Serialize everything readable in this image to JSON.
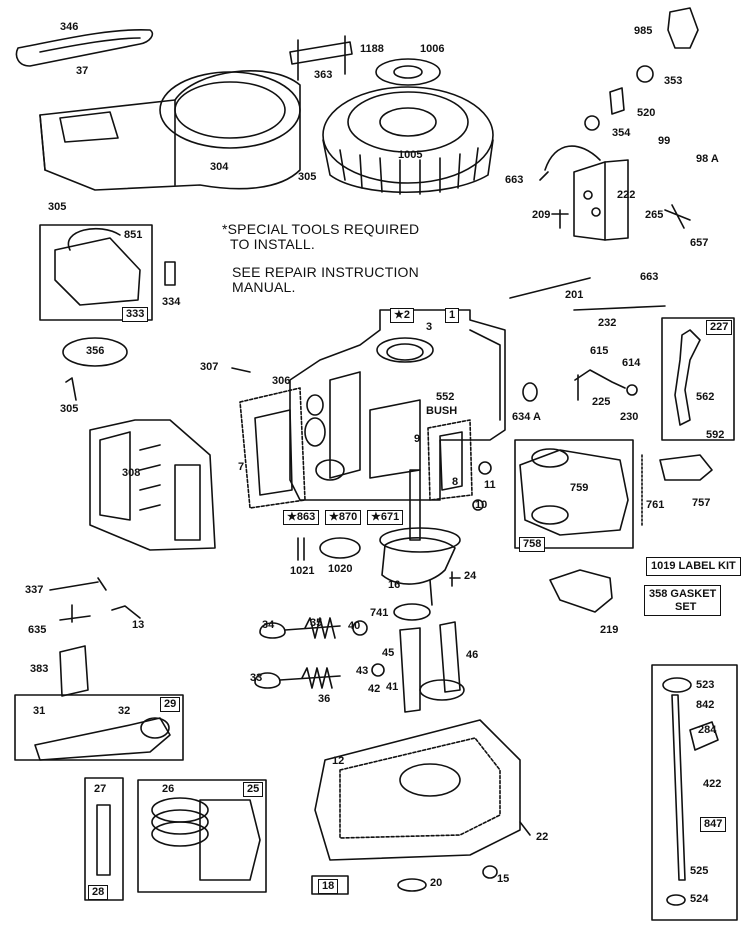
{
  "note": {
    "special_tools_line1": "*SPECIAL TOOLS REQUIRED",
    "special_tools_line2": "TO INSTALL.",
    "repair_line1": "SEE REPAIR INSTRUCTION",
    "repair_line2": "MANUAL."
  },
  "kits": {
    "label_kit": "1019 LABEL KIT",
    "gasket_set_line1": "358 GASKET",
    "gasket_set_line2": "SET"
  },
  "boxed_parts": [
    "1",
    "333",
    "227",
    "758",
    "29",
    "25",
    "28",
    "18",
    "847",
    "★2",
    "★863",
    "★870",
    "★671"
  ],
  "part_numbers": {
    "p346": "346",
    "p37": "37",
    "p304": "304",
    "p305a": "305",
    "p305b": "305",
    "p305c": "305",
    "p1188": "1188",
    "p363": "363",
    "p1006": "1006",
    "p1005": "1005",
    "p985": "985",
    "p353": "353",
    "p520": "520",
    "p354": "354",
    "p99": "99",
    "p98a": "98 A",
    "p663a": "663",
    "p663b": "663",
    "p222": "222",
    "p209": "209",
    "p265": "265",
    "p657": "657",
    "p851": "851",
    "p334": "334",
    "p356": "356",
    "p201": "201",
    "p232": "232",
    "p3": "3",
    "p307": "307",
    "p306": "306",
    "p552": "552",
    "p_bush": "BUSH",
    "p615": "615",
    "p614": "614",
    "p225": "225",
    "p230": "230",
    "p562": "562",
    "p592": "592",
    "p634a": "634 A",
    "p7": "7",
    "p9": "9",
    "p8": "8",
    "p11": "11",
    "p10": "10",
    "p308": "308",
    "p759": "759",
    "p757": "757",
    "p761": "761",
    "p1021": "1021",
    "p1020": "1020",
    "p16": "16",
    "p24": "24",
    "p337": "337",
    "p13": "13",
    "p635": "635",
    "p34": "34",
    "p35": "35",
    "p40": "40",
    "p741": "741",
    "p45": "45",
    "p46": "46",
    "p219": "219",
    "p383": "383",
    "p33": "33",
    "p43": "43",
    "p42": "42",
    "p41": "41",
    "p36": "36",
    "p31": "31",
    "p32": "32",
    "p523": "523",
    "p842": "842",
    "p284": "284",
    "p422": "422",
    "p27": "27",
    "p26": "26",
    "p12": "12",
    "p22": "22",
    "p15": "15",
    "p20": "20",
    "p525": "525",
    "p524": "524"
  }
}
